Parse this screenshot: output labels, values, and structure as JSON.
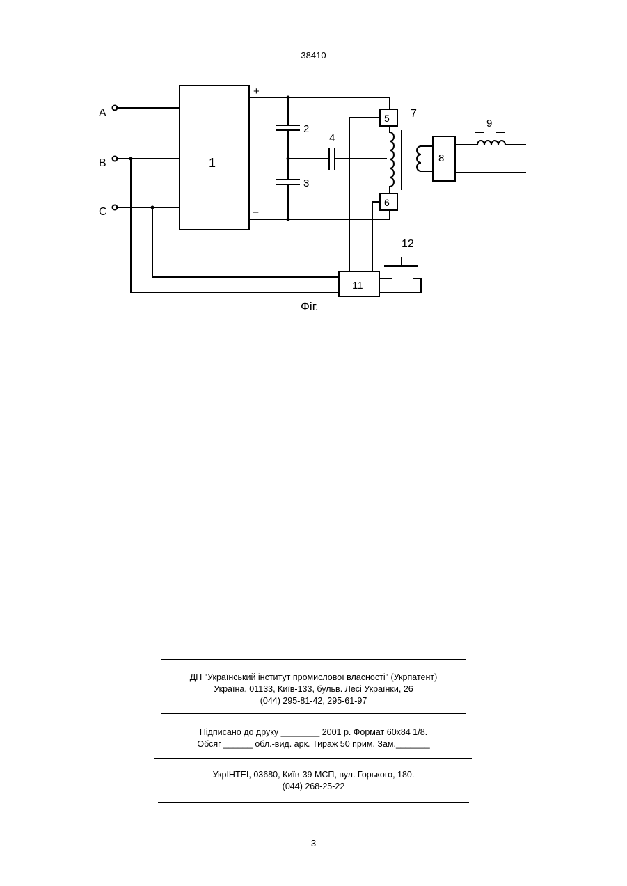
{
  "header": {
    "patent_number": "38410"
  },
  "figure": {
    "caption": "Фіг.",
    "terminals": {
      "a": "A",
      "b": "B",
      "c": "C"
    },
    "polarity": {
      "plus": "+",
      "minus": "–"
    },
    "labels": {
      "block_1": "1",
      "capacitor_2": "2",
      "capacitor_3": "3",
      "capacitor_4": "4",
      "block_5": "5",
      "block_6": "6",
      "transformer_7": "7",
      "block_8": "8",
      "inductor_9": "9",
      "block_11": "11",
      "switch_12": "12"
    }
  },
  "footer": {
    "publisher": {
      "line1": "ДП \"Український інститут промислової власності\" (Укрпатент)",
      "line2": "Україна, 01133, Київ-133, бульв. Лесі Українки, 26",
      "line3": "(044) 295-81-42, 295-61-97"
    },
    "print_info": {
      "line1": "Підписано до друку ________ 2001 р. Формат 60х84 1/8.",
      "line2": "Обсяг ______ обл.-вид. арк. Тираж 50 прим. Зам._______"
    },
    "printer": {
      "line1": "УкрІНТЕІ, 03680, Київ-39 МСП, вул. Горького, 180.",
      "line2": "(044) 268-25-22"
    }
  },
  "page_number": "3"
}
